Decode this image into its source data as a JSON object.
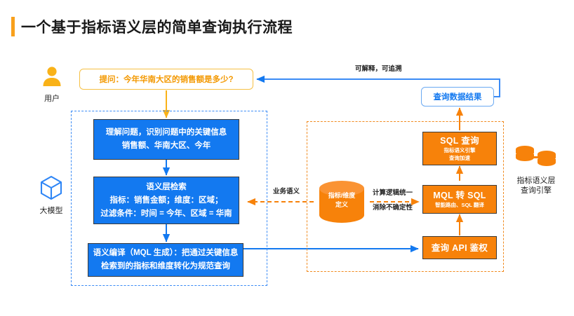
{
  "page": {
    "title": "一个基于指标语义层的简单查询执行流程",
    "accent_orange": "#f8a01c",
    "accent_blue": "#1379f0"
  },
  "actors": {
    "user": {
      "icon": "user-icon",
      "label": "用户",
      "color": "#f9b218"
    },
    "llm": {
      "icon": "cube-icon",
      "label": "大模型",
      "color": "#2f86f6"
    },
    "engine": {
      "icon": "database-stack-icon",
      "label_line1": "指标语义层",
      "label_line2": "查询引擎",
      "color": "#f7820a"
    }
  },
  "bubbles": {
    "question": "提问：今年华南大区的销售额是多少?",
    "result": "查询数据结果"
  },
  "regions": {
    "llm_region": {
      "name": "大模型处理区",
      "border_color": "#3b8bf5"
    },
    "engine_region": {
      "name": "指标语义层查询引擎区",
      "border_color": "#f08a1e"
    }
  },
  "llm_steps": [
    {
      "id": "understand",
      "lines": [
        "理解问题，识别问题中的关键信息",
        "销售额、华南大区、今年"
      ]
    },
    {
      "id": "semantic-retrieval",
      "lines": [
        "语义层检索",
        "指标：销售金额；维度：区域；",
        "过滤条件：时间 = 今年、区域 = 华南"
      ]
    },
    {
      "id": "semantic-compile",
      "lines": [
        "语义编译（MQL 生成）：把通过关键信息",
        "检索到的指标和维度转化为规范查询"
      ]
    }
  ],
  "engine_steps": [
    {
      "id": "sql-query",
      "title": "SQL 查询",
      "sub_line1": "指标语义引擎",
      "sub_line2": "查询加速"
    },
    {
      "id": "mql-to-sql",
      "title": "MQL 转 SQL",
      "sub_line1": "智能路由、SQL 翻译",
      "sub_line2": ""
    },
    {
      "id": "query-api-auth",
      "title": "查询 API 鉴权",
      "sub_line1": "",
      "sub_line2": ""
    }
  ],
  "metric_store": {
    "line1": "指标/维度",
    "line2": "定义"
  },
  "edge_labels": {
    "traceable": "可解释，可追溯",
    "business_semantics": "业务语义",
    "calc_unified": "计算逻辑统一",
    "no_ambiguity": "消除不确定性"
  }
}
